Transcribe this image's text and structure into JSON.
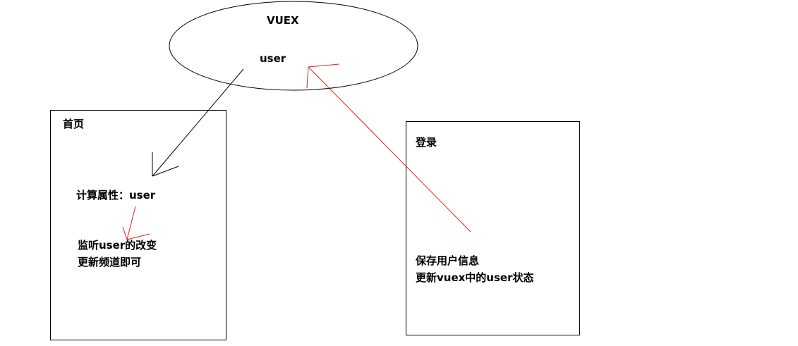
{
  "store": {
    "title": "VUEX",
    "state_label": "user"
  },
  "home_box": {
    "title": "首页",
    "computed_label": "计算属性：user",
    "watch_line1": "监听user的改变",
    "watch_line2": "更新频道即可"
  },
  "login_box": {
    "title": "登录",
    "action_line1": "保存用户信息",
    "action_line2": "更新vuex中的user状态"
  },
  "colors": {
    "stroke": "#000000",
    "red_arrow": "#e02020",
    "background": "#ffffff"
  }
}
